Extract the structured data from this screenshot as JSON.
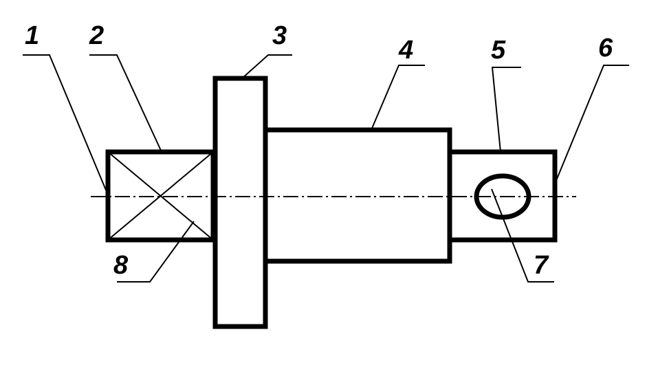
{
  "drawing": {
    "callouts": [
      {
        "id": "1",
        "label": "1"
      },
      {
        "id": "2",
        "label": "2"
      },
      {
        "id": "3",
        "label": "3"
      },
      {
        "id": "4",
        "label": "4"
      },
      {
        "id": "5",
        "label": "5"
      },
      {
        "id": "6",
        "label": "6"
      },
      {
        "id": "7",
        "label": "7"
      },
      {
        "id": "8",
        "label": "8"
      }
    ],
    "colors": {
      "stroke": "#000000",
      "background": "#ffffff"
    }
  }
}
